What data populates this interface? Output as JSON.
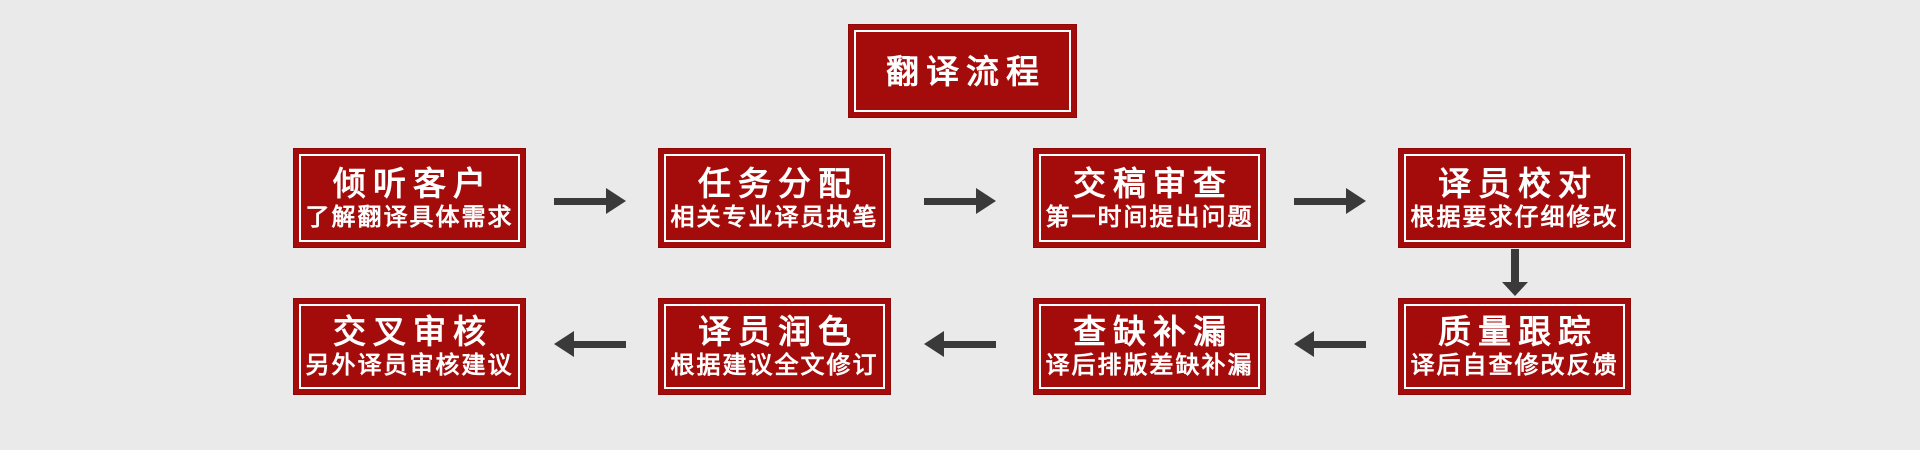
{
  "page": {
    "background_color": "#EAEAEA"
  },
  "colors": {
    "plaque_red": "#A40B0B",
    "plaque_border_white": "#FFFFFF",
    "text_white": "#FFFFFF",
    "arrow_gray": "#3A3A3A"
  },
  "header": {
    "title": "翻译流程"
  },
  "flow": {
    "top_row": [
      {
        "title": "倾听客户",
        "subtitle": "了解翻译具体需求"
      },
      {
        "title": "任务分配",
        "subtitle": "相关专业译员执笔"
      },
      {
        "title": "交稿审查",
        "subtitle": "第一时间提出问题"
      },
      {
        "title": "译员校对",
        "subtitle": "根据要求仔细修改"
      }
    ],
    "bottom_row": [
      {
        "title": "交叉审核",
        "subtitle": "另外译员审核建议"
      },
      {
        "title": "译员润色",
        "subtitle": "根据建议全文修订"
      },
      {
        "title": "查缺补漏",
        "subtitle": "译后排版差缺补漏"
      },
      {
        "title": "质量跟踪",
        "subtitle": "译后自查修改反馈"
      }
    ]
  }
}
